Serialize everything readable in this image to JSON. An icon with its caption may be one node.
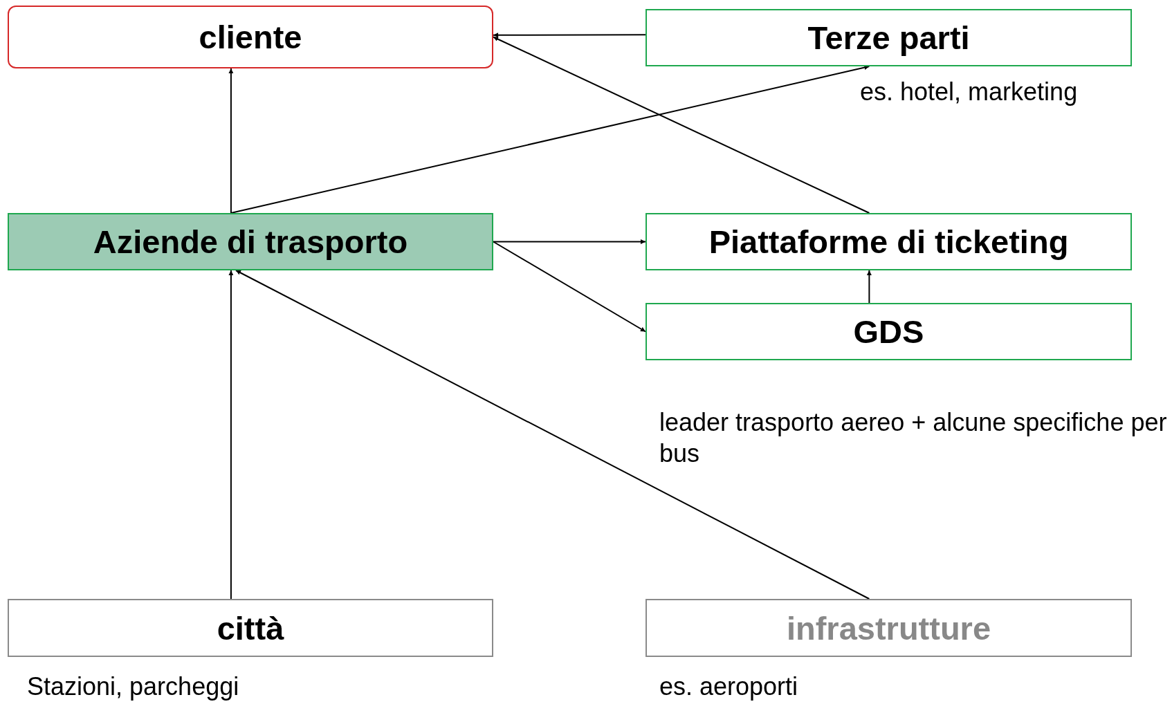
{
  "diagram": {
    "nodes": [
      {
        "text": [
          "cliente"
        ]
      },
      {
        "text": [
          "Terze parti"
        ],
        "beside": [
          "es. hotel, marketing"
        ]
      },
      {
        "text": [
          "Aziende di trasporto"
        ]
      },
      {
        "text": [
          "Piattaforme di ticketing"
        ]
      },
      {
        "text": [
          "GDS"
        ],
        "beside": [
          "leader trasporto aereo + alcune specifiche per bus"
        ]
      },
      {
        "text": [
          "città"
        ],
        "beside": [
          "Stazioni, parcheggi"
        ]
      },
      {
        "text": [
          "infrastrutture"
        ],
        "beside": [
          "es. aeroporti"
        ]
      }
    ],
    "edges": [
      {
        "from": 1,
        "to": 0,
        "arrow": "to"
      },
      {
        "from": 2,
        "to": 0,
        "arrow": "to"
      },
      {
        "from": 2,
        "to": 1,
        "arrow": "to"
      },
      {
        "from": 3,
        "to": 0,
        "arrow": "to"
      },
      {
        "from": 2,
        "to": 3,
        "arrow": "to"
      },
      {
        "from": 2,
        "to": 4,
        "arrow": "to"
      },
      {
        "from": 4,
        "to": 3,
        "arrow": "to"
      },
      {
        "from": 5,
        "to": 2,
        "arrow": "to"
      },
      {
        "from": 6,
        "to": 2,
        "arrow": "to"
      }
    ]
  }
}
